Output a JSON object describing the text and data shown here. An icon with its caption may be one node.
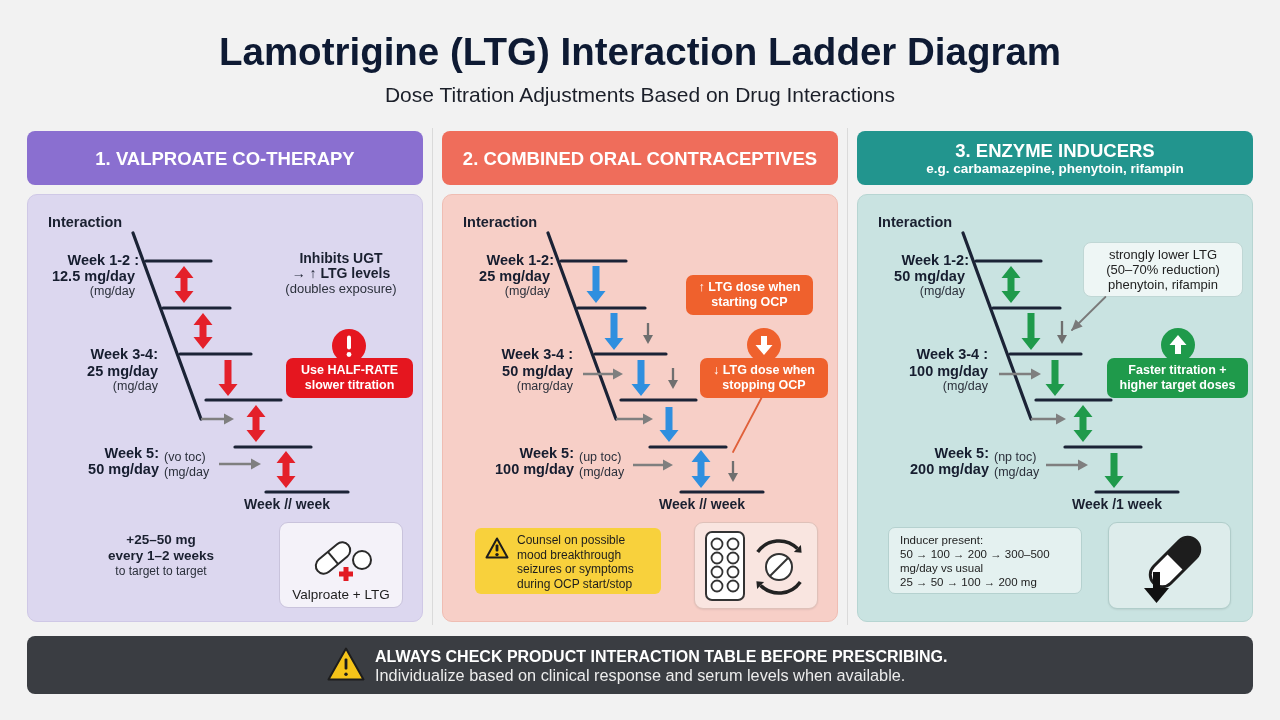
{
  "diagram": {
    "title": "Lamotrigine (LTG) Interaction Ladder Diagram",
    "labels": [
      "Dose Titration Adjustments Based on Drug Interactions"
    ],
    "nodes": [
      {
        "text": [
          "1. VALPROATE CO-THERAPY"
        ]
      },
      {
        "text": [
          "Interaction",
          "Week 1-2 :",
          "12.5 mg/day",
          "(mg/day",
          "Week 3-4:",
          "25 mg/day",
          "(mg/day",
          "Week 5:",
          "(vo toc)",
          "50 mg/day",
          "(mg/day",
          "Week // week",
          "Inhibits UGT",
          "→ ↑ LTG levels",
          "(doubles exposure)",
          "+25–50 mg",
          "every 1–2 weeks",
          "to target to target"
        ]
      },
      {
        "text": [
          "Use HALF-RATE slower titration"
        ],
        "in": 1
      },
      {
        "text": [
          "Valproate + LTG"
        ],
        "in": 1
      },
      {
        "text": [
          "2. COMBINED ORAL CONTRACEPTIVES"
        ]
      },
      {
        "text": [
          "Interaction",
          "Week 1-2:",
          "25 mg/day",
          "(mg/day",
          "Week 3-4 :",
          "50 mg/day",
          "(marg/day",
          "Week 5:",
          "(up toc)",
          "100 mg/day",
          "(mg/day",
          "Week // week"
        ]
      },
      {
        "text": [
          "↑ LTG dose when starting OCP"
        ],
        "in": 5
      },
      {
        "text": [
          "↓ LTG dose when stopping OCP"
        ],
        "in": 5
      },
      {
        "text": [
          "Counsel on possible mood breakthrough seizures or symptoms during OCP start/stop"
        ],
        "in": 5
      },
      {
        "text": [],
        "shape": "box",
        "in": 5
      },
      {
        "text": [
          "3. ENZYME INDUCERS",
          "e.g. carbamazepine, phenytoin, rifampin"
        ]
      },
      {
        "text": [
          "Interaction",
          "Week 1-2:",
          "50 mg/day",
          "(mg/day",
          "Week 3-4 :",
          "100 mg/day",
          "(mg/day",
          "Week 5:",
          "(np toc)",
          "200 mg/day",
          "(mg/day",
          "Week /1 week"
        ]
      },
      {
        "text": [
          "strongly lower LTG (50–70% reduction) phenytoin, rifampin"
        ],
        "in": 11
      },
      {
        "text": [
          "Faster titration + higher target doses"
        ],
        "in": 11
      },
      {
        "text": [
          "Inducer present:",
          "50 → 100 → 200 → 300–500 mg/day vs usual",
          "25 → 50 → 100 → 200 mg"
        ],
        "in": 11
      },
      {
        "text": [],
        "shape": "box",
        "in": 11
      },
      {
        "text": [
          "ALWAYS CHECK PRODUCT INTERACTION TABLE BEFORE PRESCRIBING.",
          "Individualize based on clinical response and serum levels when available."
        ]
      }
    ],
    "edges": [
      {
        "from": 7,
        "to": null,
        "arrow": "none",
        "color": "#e0603a"
      },
      {
        "from": 12,
        "to": null,
        "arrow": "to",
        "color": "#7a7a7a"
      }
    ]
  }
}
